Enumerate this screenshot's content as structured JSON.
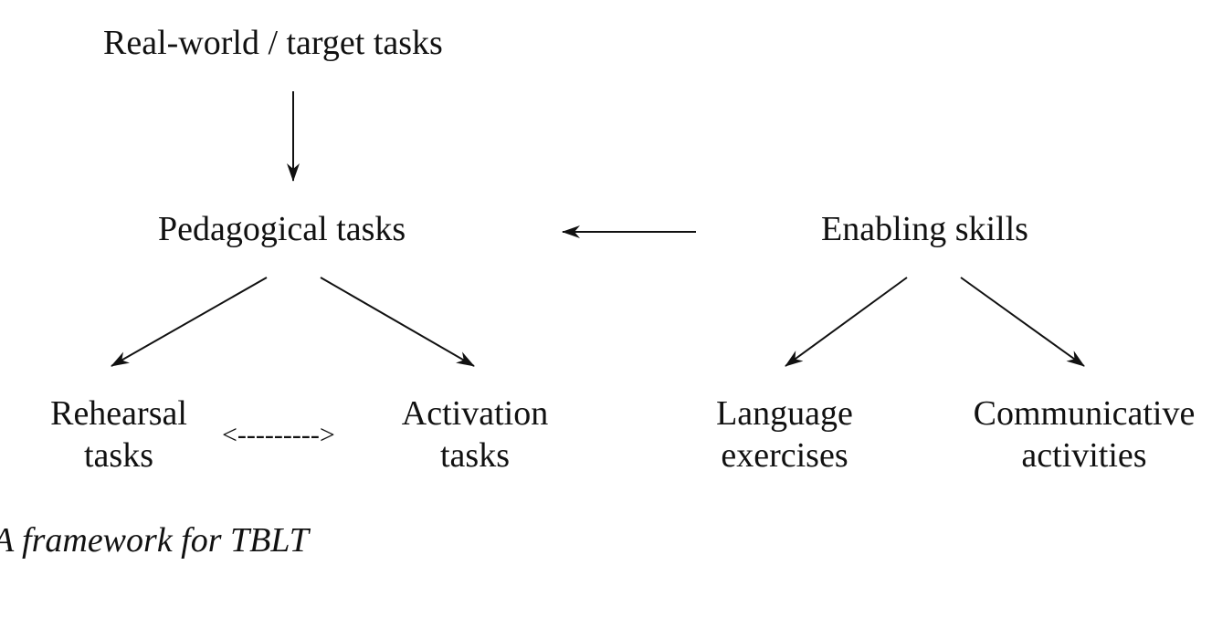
{
  "diagram": {
    "top_node": "Real-world / target tasks",
    "pedagogical_node": "Pedagogical tasks",
    "enabling_node": "Enabling skills",
    "rehearsal": {
      "line1": "Rehearsal",
      "line2": "tasks"
    },
    "activation": {
      "line1": "Activation",
      "line2": "tasks"
    },
    "language": {
      "line1": "Language",
      "line2": "exercises"
    },
    "communicative": {
      "line1": "Communicative",
      "line2": "activities"
    },
    "bidirectional_link": "<--------->",
    "caption": "A framework for TBLT"
  }
}
